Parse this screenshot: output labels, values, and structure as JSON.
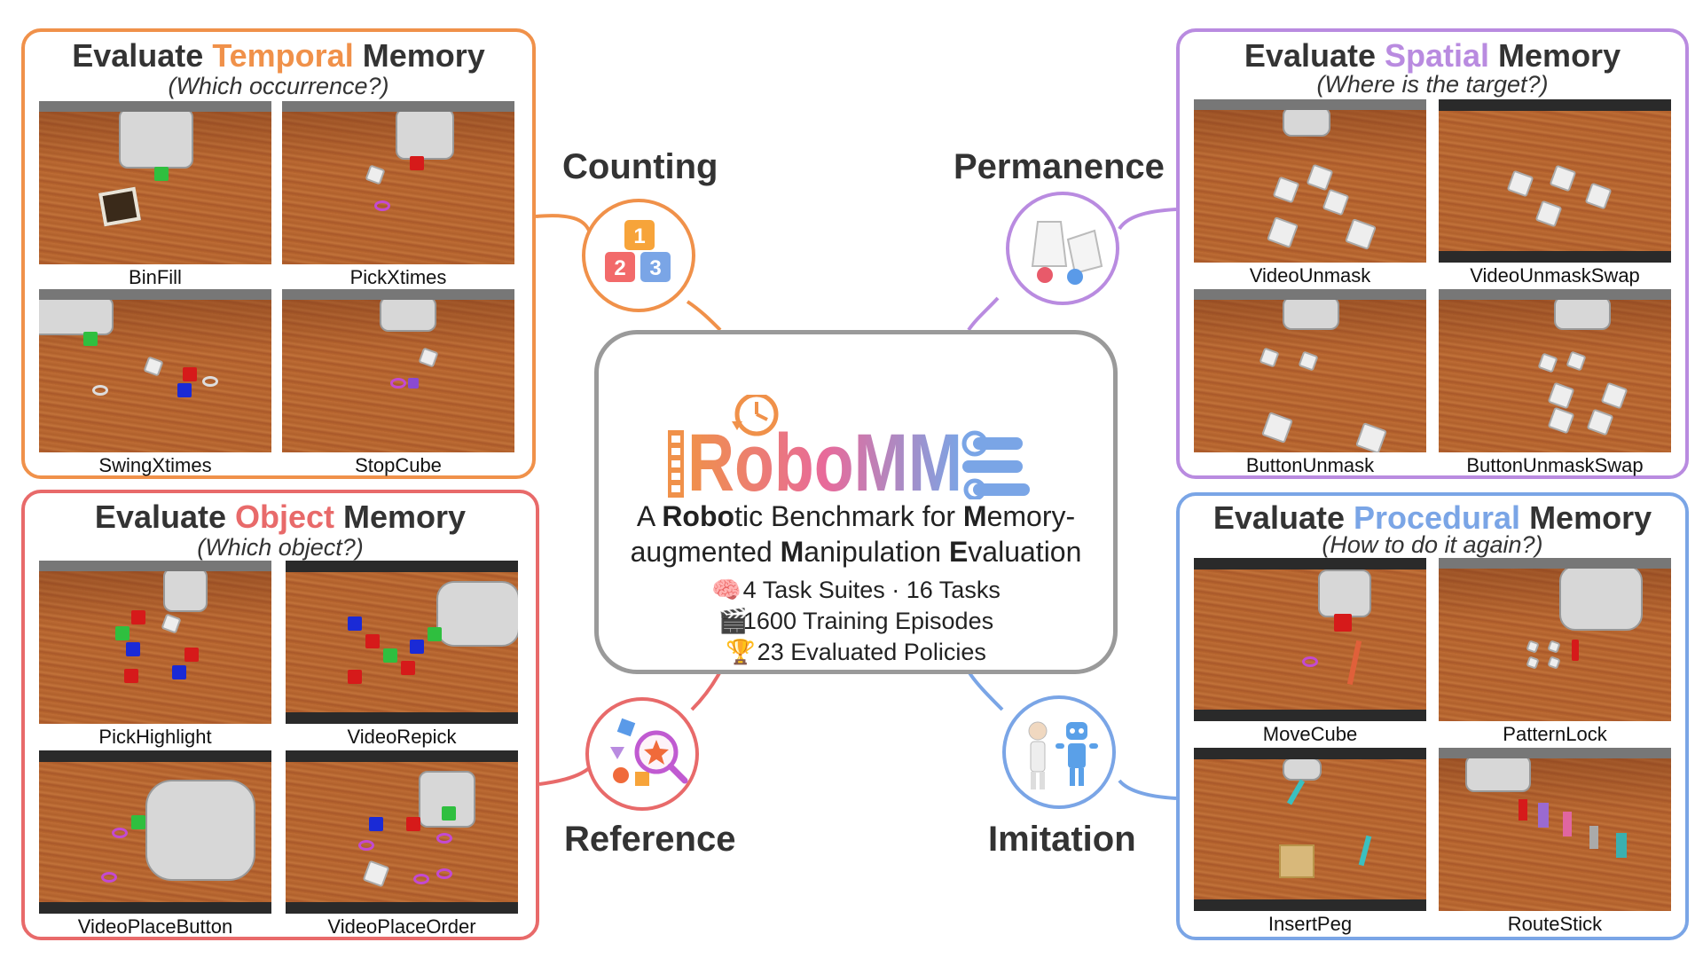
{
  "panels": {
    "temporal": {
      "title_pre": "Evaluate ",
      "title_hl": "Temporal",
      "title_post": " Memory",
      "subtitle": "(Which occurrence?)",
      "tasks": [
        "BinFill",
        "PickXtimes",
        "SwingXtimes",
        "StopCube"
      ]
    },
    "object": {
      "title_pre": "Evaluate ",
      "title_hl": "Object",
      "title_post": " Memory",
      "subtitle": "(Which object?)",
      "tasks": [
        "PickHighlight",
        "VideoRepick",
        "VideoPlaceButton",
        "VideoPlaceOrder"
      ]
    },
    "spatial": {
      "title_pre": "Evaluate ",
      "title_hl": "Spatial",
      "title_post": " Memory",
      "subtitle": "(Where is the target?)",
      "tasks": [
        "VideoUnmask",
        "VideoUnmaskSwap",
        "ButtonUnmask",
        "ButtonUnmaskSwap"
      ]
    },
    "procedural": {
      "title_pre": "Evaluate ",
      "title_hl": "Procedural",
      "title_post": " Memory",
      "subtitle": "(How to do it again?)",
      "tasks": [
        "MoveCube",
        "PatternLock",
        "InsertPeg",
        "RouteStick"
      ]
    }
  },
  "categories": {
    "counting": "Counting",
    "permanence": "Permanence",
    "reference": "Reference",
    "imitation": "Imitation"
  },
  "center": {
    "logo": "RoboMME",
    "tagline_line1": [
      {
        "t": "A ",
        "b": false
      },
      {
        "t": "Robo",
        "b": true
      },
      {
        "t": "tic Benchmark for ",
        "b": false
      },
      {
        "t": "M",
        "b": true
      },
      {
        "t": "emory-",
        "b": false
      }
    ],
    "tagline_line2": [
      {
        "t": "augmented ",
        "b": false
      },
      {
        "t": "M",
        "b": true
      },
      {
        "t": "anipulation ",
        "b": false
      },
      {
        "t": "E",
        "b": true
      },
      {
        "t": "valuation",
        "b": false
      }
    ],
    "stats": [
      "4 Task Suites · 16 Tasks",
      "1600 Training Episodes",
      "23 Evaluated Policies"
    ],
    "stat_icons": [
      "🧠",
      "🎬",
      "🏆"
    ]
  },
  "colors": {
    "temporal": "#f0914a",
    "object": "#e86a6a",
    "spatial": "#b98be0",
    "procedural": "#7aa5e6",
    "frame": "#9a9a9a"
  }
}
